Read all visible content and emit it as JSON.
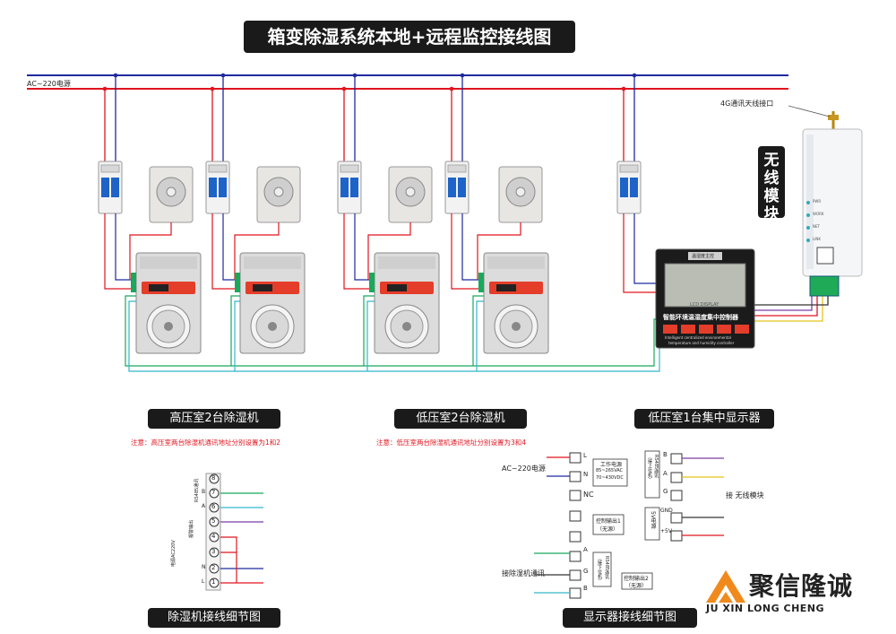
{
  "title": "箱变除湿系统本地+远程监控接线图",
  "power_label": "AC~220电源",
  "antenna_label": "4G通讯天线接口",
  "wireless_module_label": "无线模块",
  "controller": {
    "top_tag": "温湿度主控",
    "screen_text": "LCD DISPLAY",
    "name_cn": "智能环境温湿度集中控制器",
    "name_en_1": "Intelligent centralized environmental",
    "name_en_2": "temperature and humidity controller"
  },
  "module_led_labels": [
    "PWR",
    "WORK",
    "NET",
    "LINK"
  ],
  "sections": {
    "high_room": "高压室2台除湿机",
    "low_room": "低压室2台除湿机",
    "display_room": "低压室1台集中显示器",
    "high_note": "注意：高压室两台除湿机通讯地址分别设置为1和2",
    "low_note": "注意：低压室两台除湿机通讯地址分别设置为3和4"
  },
  "dehumidifier_detail": {
    "caption": "除湿机接线细节图",
    "terminals": [
      "1",
      "2",
      "3",
      "4",
      "5",
      "6",
      "7",
      "8"
    ],
    "side_labels": [
      "电源AC220V",
      "报警输出",
      "RS485通讯"
    ],
    "pin_marks": [
      "L",
      "N",
      "A",
      "B"
    ]
  },
  "display_detail": {
    "caption": "显示器接线细节图",
    "ac_label": "AC~220电源",
    "left_pins": [
      "L",
      "N",
      "NC",
      "A",
      "G",
      "B"
    ],
    "power_box": [
      "工作电源",
      "85~265VAC",
      "70~430VDC"
    ],
    "relay1_box": [
      "控制输出1",
      "（无源）"
    ],
    "relay2_box": [
      "控制输出2",
      "（无源）"
    ],
    "rs485_down_box": [
      "RS485通讯",
      "（接下位机）"
    ],
    "rs485_up_box": [
      "RS485通讯",
      "（接上位机）"
    ],
    "dc5v_box": "5V电源",
    "right_pins": [
      "B",
      "A",
      "G",
      "GND",
      "+5V"
    ],
    "connect_dehumidifier": "接除湿机通讯",
    "connect_wireless": "接 无线模块"
  },
  "brand": {
    "name_cn": "聚信隆诚",
    "name_en": "JU XIN LONG CHENG",
    "accent": "#f08a1c"
  },
  "colors": {
    "blue_line": "#1f2a9e",
    "red_line": "#e0141e",
    "green_line": "#19a85c",
    "cyan_line": "#34b7c9",
    "purple_line": "#7b3fa8",
    "yellow_line": "#e3c31a",
    "dark_line": "#333333"
  }
}
